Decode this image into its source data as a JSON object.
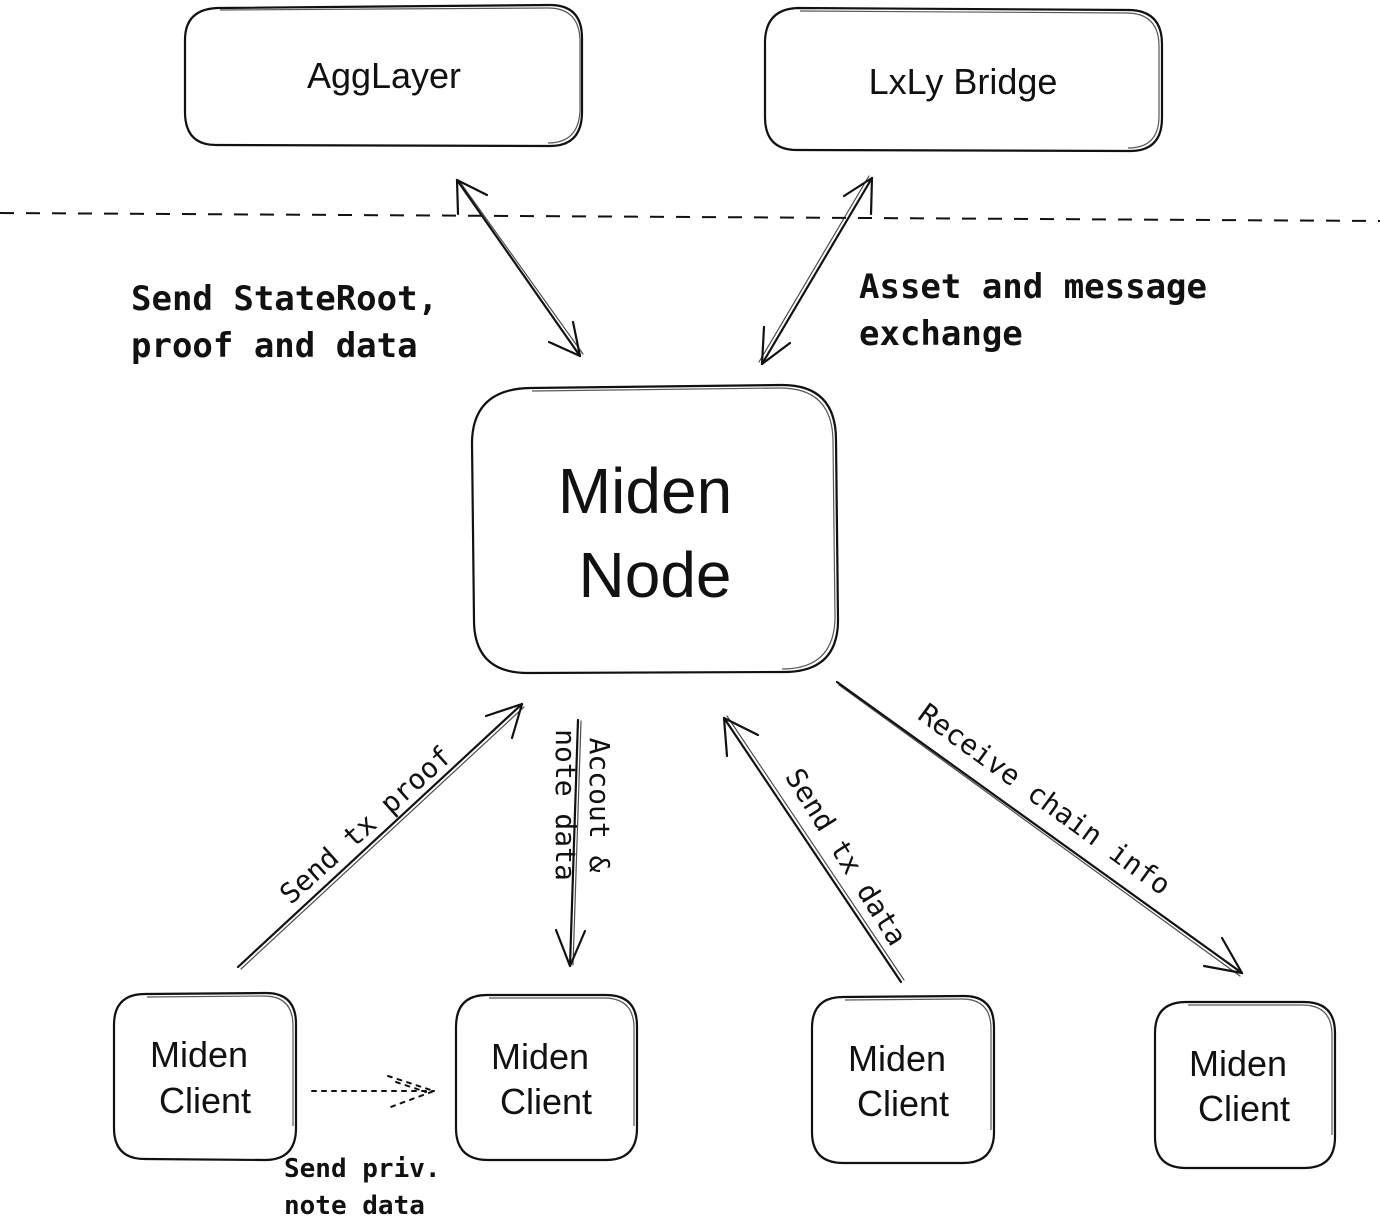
{
  "nodes": {
    "agglayer": "AggLayer",
    "lxly_bridge": "LxLy Bridge",
    "miden_node": [
      "Miden",
      "Node"
    ],
    "clients": [
      [
        "Miden",
        "Client"
      ],
      [
        "Miden",
        "Client"
      ],
      [
        "Miden",
        "Client"
      ],
      [
        "Miden",
        "Client"
      ]
    ]
  },
  "edges": {
    "agglayer_link": [
      "Send StateRoot,",
      "proof and data"
    ],
    "bridge_link": [
      "Asset and message",
      "exchange"
    ],
    "send_tx_proof": "Send tx proof",
    "account_note_data": [
      "Accout &",
      "note data"
    ],
    "send_tx_data": "Send tx data",
    "receive_chain_info": "Receive chain info",
    "send_priv_note_data": [
      "Send priv.",
      "note data"
    ]
  }
}
